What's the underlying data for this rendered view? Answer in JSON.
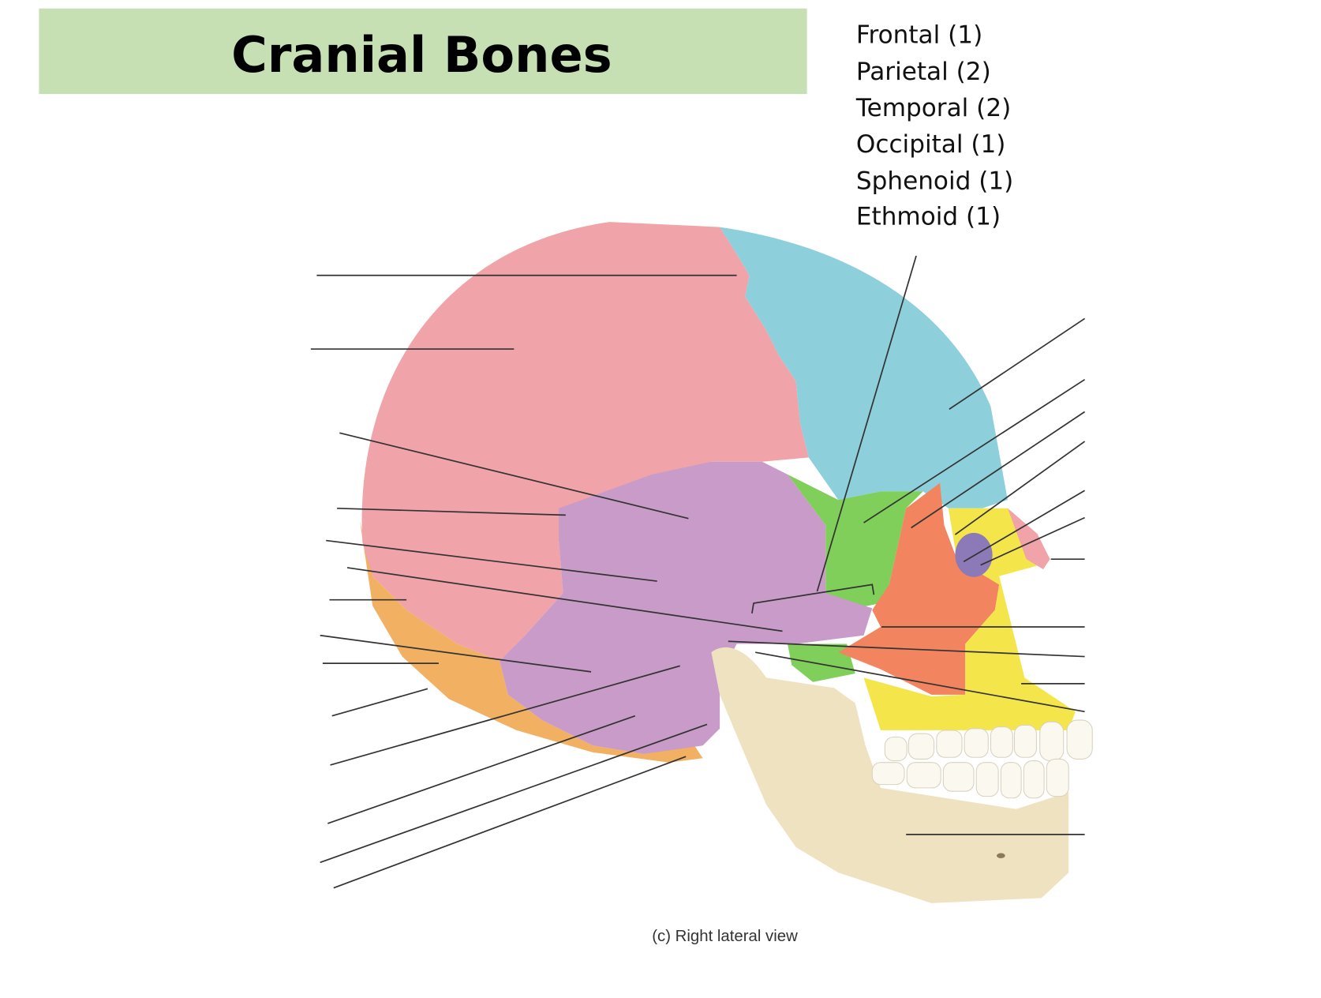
{
  "header": {
    "title": "Cranial Bones",
    "banner_color": "#c6e0b4"
  },
  "bone_list": [
    "Frontal (1)",
    "Parietal (2)",
    "Temporal (2)",
    "Occipital (1)",
    "Sphenoid (1)",
    "Ethmoid (1)"
  ],
  "figure": {
    "caption": "(c) Right lateral view",
    "colors": {
      "parietal": "#f0a3a8",
      "frontal": "#8dd0dc",
      "temporal": "#c99bc9",
      "occipital": "#f2b063",
      "sphenoid": "#7fcf5a",
      "zygomatic": "#f2845f",
      "maxilla": "#f4e64a",
      "mandible": "#efe2c0",
      "orbit": "#8c7ab8"
    }
  }
}
